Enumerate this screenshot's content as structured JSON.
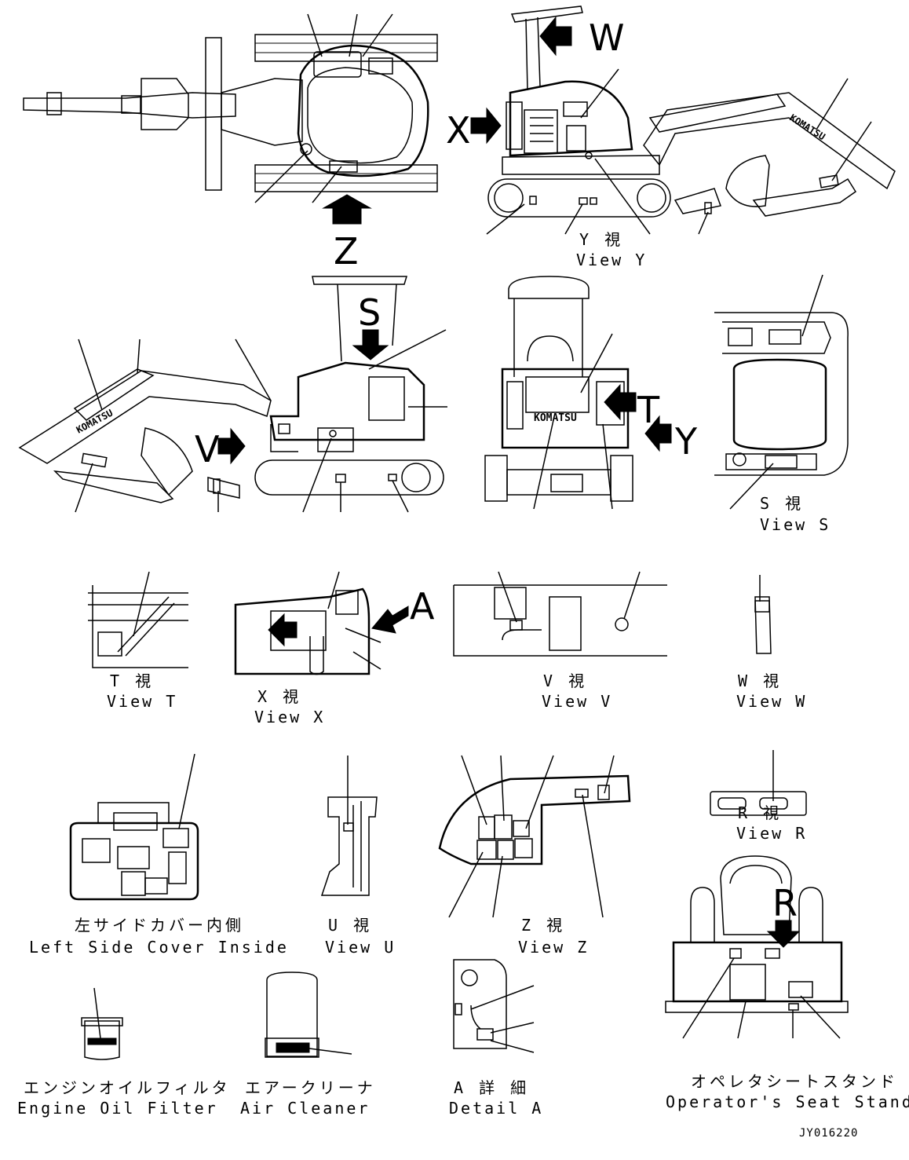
{
  "callout_letters": {
    "w": "W",
    "x": "X",
    "z": "Z",
    "s": "S",
    "v": "V",
    "t": "T",
    "y": "Y",
    "a": "A",
    "r": "R"
  },
  "captions": {
    "view_y_jp": "Y 視",
    "view_y_en": "View Y",
    "view_s_jp": "S 視",
    "view_s_en": "View S",
    "view_t_jp": "T 視",
    "view_t_en": "View T",
    "view_x_jp": "X 視",
    "view_x_en": "View X",
    "view_v_jp": "V 視",
    "view_v_en": "View V",
    "view_w_jp": "W 視",
    "view_w_en": "View W",
    "left_cover_jp": "左サイドカバー内側",
    "left_cover_en": "Left Side Cover Inside",
    "view_u_jp": "U 視",
    "view_u_en": "View U",
    "view_z_jp": "Z 視",
    "view_z_en": "View Z",
    "view_r_jp": "R 視",
    "view_r_en": "View R",
    "oil_filter_jp": "エンジンオイルフィルタ",
    "oil_filter_en": "Engine Oil Filter",
    "air_cleaner_jp": "エアークリーナ",
    "air_cleaner_en": "Air Cleaner",
    "detail_a_jp": "A 詳 細",
    "detail_a_en": "Detail A",
    "seat_stand_jp": "オペレタシートスタンド",
    "seat_stand_en": "Operator's Seat Stand"
  },
  "brand_text": "KOMATSU",
  "doc_number": "JY016220"
}
